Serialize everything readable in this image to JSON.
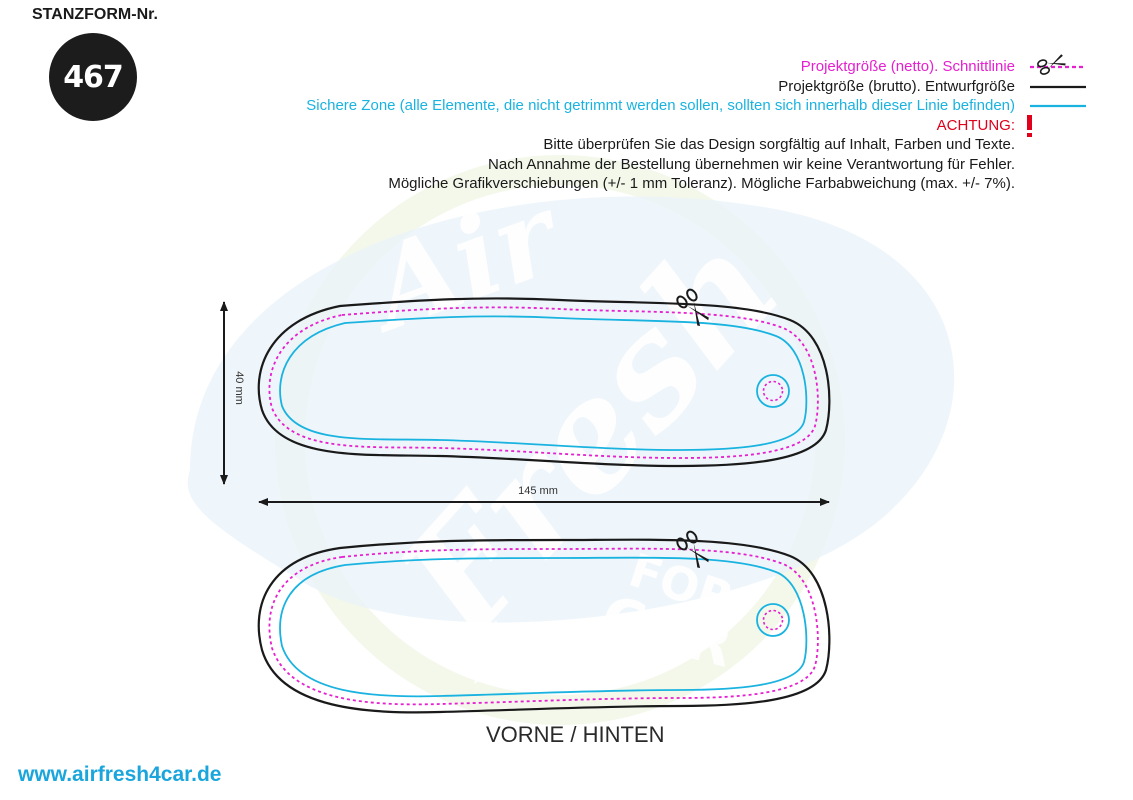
{
  "header": {
    "form_label": "STANZFORM-Nr.",
    "form_number": "467"
  },
  "legend": {
    "net_size": "Projektgröße (netto). Schnittlinie",
    "gross_size": "Projektgröße (brutto). Entwurfgröße",
    "safe_zone": "Sichere Zone (alle Elemente, die nicht getrimmt werden sollen, sollten sich innerhalb dieser Linie befinden)",
    "warning": "ACHTUNG:",
    "warning_mark": "!",
    "note_1": "Bitte überprüfen Sie das Design sorgfältig auf Inhalt, Farben und Texte.",
    "note_2": "Nach Annahme der Bestellung übernehmen wir keine Verantwortung für Fehler.",
    "note_3": "Mögliche Grafikverschiebungen (+/- 1 mm Toleranz). Mögliche Farbabweichung (max. +/- 7%)."
  },
  "dimensions": {
    "height": "40 mm",
    "width": "145 mm"
  },
  "view_label": "VORNE / HINTEN",
  "website": "www.airfresh4car.de",
  "watermark": {
    "text_1": "Air",
    "text_2": "Fresh",
    "text_3": "FOR",
    "text_4": "CAR"
  },
  "colors": {
    "cut_line": "#e61fd0",
    "outline": "#1a1a1a",
    "safe_zone": "#1ab3e0",
    "warning": "#e0001b",
    "watermark": "#e3f1f9"
  },
  "icons": {
    "cut": "scissors-icon",
    "warning": "exclamation-icon"
  }
}
